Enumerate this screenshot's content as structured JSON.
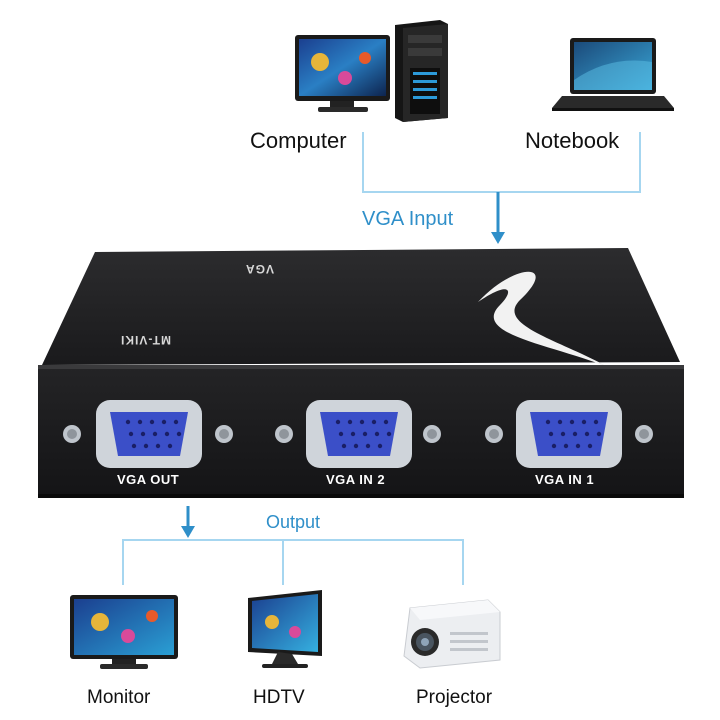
{
  "inputs": {
    "computer_label": "Computer",
    "notebook_label": "Notebook",
    "vga_input_label": "VGA Input"
  },
  "device": {
    "brand": "MT-VIKI",
    "top_label": "VGA",
    "ports": [
      "VGA OUT",
      "VGA IN 2",
      "VGA IN 1"
    ]
  },
  "outputs": {
    "output_label": "Output",
    "monitor_label": "Monitor",
    "hdtv_label": "HDTV",
    "projector_label": "Projector"
  },
  "colors": {
    "connector_line": "#9fd3ef",
    "accent_blue": "#2f8fc9",
    "device_body": "#1c1c1e",
    "port_blue": "#3b4fc8"
  }
}
